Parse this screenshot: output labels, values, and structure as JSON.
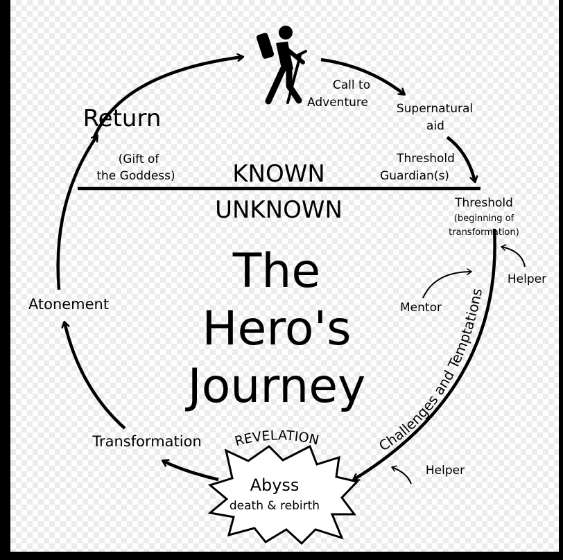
{
  "title": {
    "line1": "The",
    "line2": "Hero's",
    "line3": "Journey"
  },
  "divider": {
    "known": "KNOWN",
    "unknown": "UNKNOWN"
  },
  "stages": {
    "call_line1": "Call to",
    "call_line2": "Adventure",
    "aid_line1": "Supernatural",
    "aid_line2": "aid",
    "guardian_line1": "Threshold",
    "guardian_line2": "Guardian(s)",
    "threshold": "Threshold",
    "threshold_sub1": "(beginning of",
    "threshold_sub2": "transformation)",
    "helper_top": "Helper",
    "mentor": "Mentor",
    "challenges": "Challenges and Temptations",
    "helper_bottom": "Helper",
    "revelation": "REVELATION",
    "abyss": "Abyss",
    "abyss_sub": "death & rebirth",
    "transformation": "Transformation",
    "atonement": "Atonement",
    "return": "Return",
    "gift_line1": "(Gift of",
    "gift_line2": "the Goddess)"
  },
  "icons": {
    "hero": "hiker-icon"
  },
  "colors": {
    "ink": "#000000",
    "background": "#ffffff",
    "frame": "#000000"
  }
}
